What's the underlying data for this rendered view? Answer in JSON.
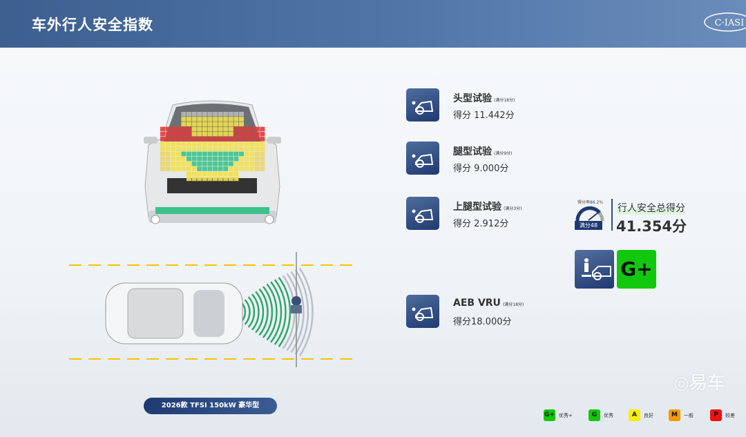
{
  "header": {
    "title": "车外行人安全指数",
    "logo_text": "C·IASI"
  },
  "tests": [
    {
      "name": "头型试验",
      "max": "(满分18分)",
      "score": "得分 11.442分",
      "icon": "head-impact-icon"
    },
    {
      "name": "腿型试验",
      "max": "(满分9分)",
      "score": "得分 9.000分",
      "icon": "leg-impact-icon"
    },
    {
      "name": "上腿型试验",
      "max": "(满分3分)",
      "score": "得分 2.912分",
      "icon": "upper-leg-impact-icon"
    },
    {
      "name": "AEB VRU",
      "max": "(满分18分)",
      "score": "得分18.000分",
      "icon": "aeb-vru-icon"
    }
  ],
  "total": {
    "rate": "得分率86.2%",
    "rate_value": 86.2,
    "full": "满分48",
    "label": "行人安全总得分",
    "value": "41.354分",
    "rating": "G+"
  },
  "model": "2026款 TFSI 150kW 豪华型",
  "legend": [
    {
      "code": "G+",
      "label": "优秀+",
      "color": "#12c80f"
    },
    {
      "code": "G",
      "label": "优秀",
      "color": "#12c80f"
    },
    {
      "code": "A",
      "label": "良好",
      "color": "#f5f000"
    },
    {
      "code": "M",
      "label": "一般",
      "color": "#f59a00"
    },
    {
      "code": "P",
      "label": "较差",
      "color": "#ee1111"
    }
  ],
  "watermark": "易车"
}
